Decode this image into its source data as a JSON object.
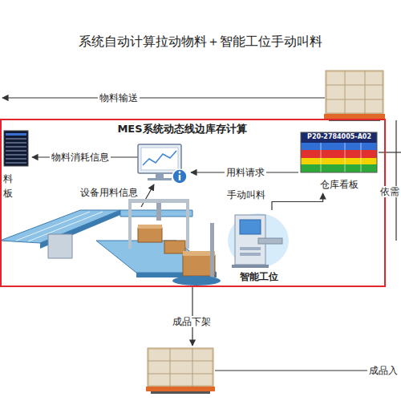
{
  "diagram": {
    "title": "系统自动计算拉动物料＋智能工位手动叫料",
    "nodes": [
      {
        "text": [
          "MES系统动态线边库存计算"
        ]
      },
      {
        "text": [
          "料 板"
        ],
        "in": 0
      },
      {
        "text": [
          "P20-2784005-A02",
          "仓库看板"
        ],
        "in": 0
      },
      {
        "text": [
          "智能工位"
        ],
        "in": 0
      }
    ],
    "edges": [
      {
        "from": 3,
        "to": 2,
        "arrow": "to",
        "label": "手动叫料"
      }
    ],
    "labels": [
      "物料输送",
      "物料消耗信息",
      "设备用料信息",
      "用料请求",
      "依需",
      "成品下架",
      "成品入"
    ]
  }
}
